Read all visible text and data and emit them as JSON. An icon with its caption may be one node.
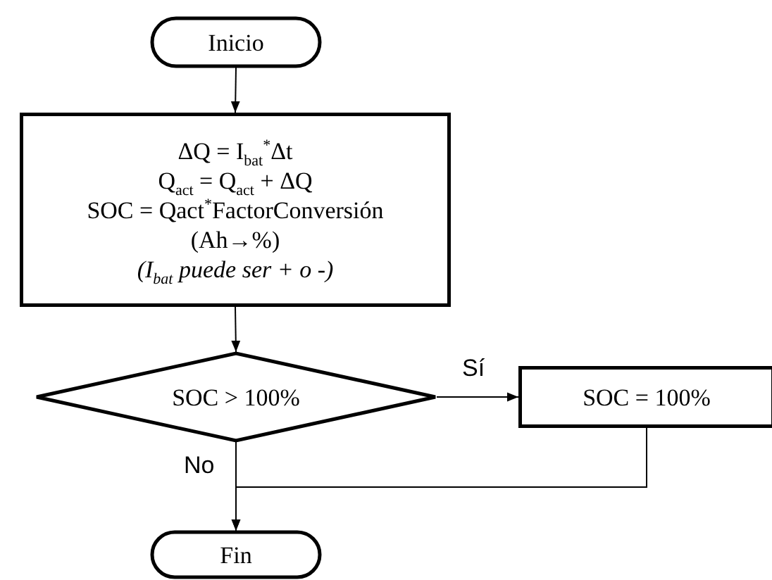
{
  "diagram": {
    "nodes": [
      {
        "text": [
          "Inicio"
        ]
      },
      {
        "text": [
          "ΔQ = I$_{bat}$$^{*}$Δt",
          "Q$_{act}$ = Q$_{act}$ + ΔQ",
          "SOC = Qact$^{*}$FactorConversión",
          "(Ah→%)",
          "(I$_{bat}$ puede ser + o -)"
        ]
      },
      {
        "text": [
          "SOC > 100%"
        ]
      },
      {
        "text": [
          "SOC = 100%"
        ]
      },
      {
        "text": [
          "Fin"
        ]
      }
    ],
    "edges": [
      {
        "from": 0,
        "to": 1,
        "arrow": "to"
      },
      {
        "from": 1,
        "to": 2,
        "arrow": "to"
      },
      {
        "from": 2,
        "to": 3,
        "arrow": "to",
        "label": "Sí"
      },
      {
        "from": 2,
        "to": 4,
        "arrow": "to",
        "label": "No"
      },
      {
        "from": 3,
        "to": 4,
        "arrow": "to"
      }
    ]
  }
}
